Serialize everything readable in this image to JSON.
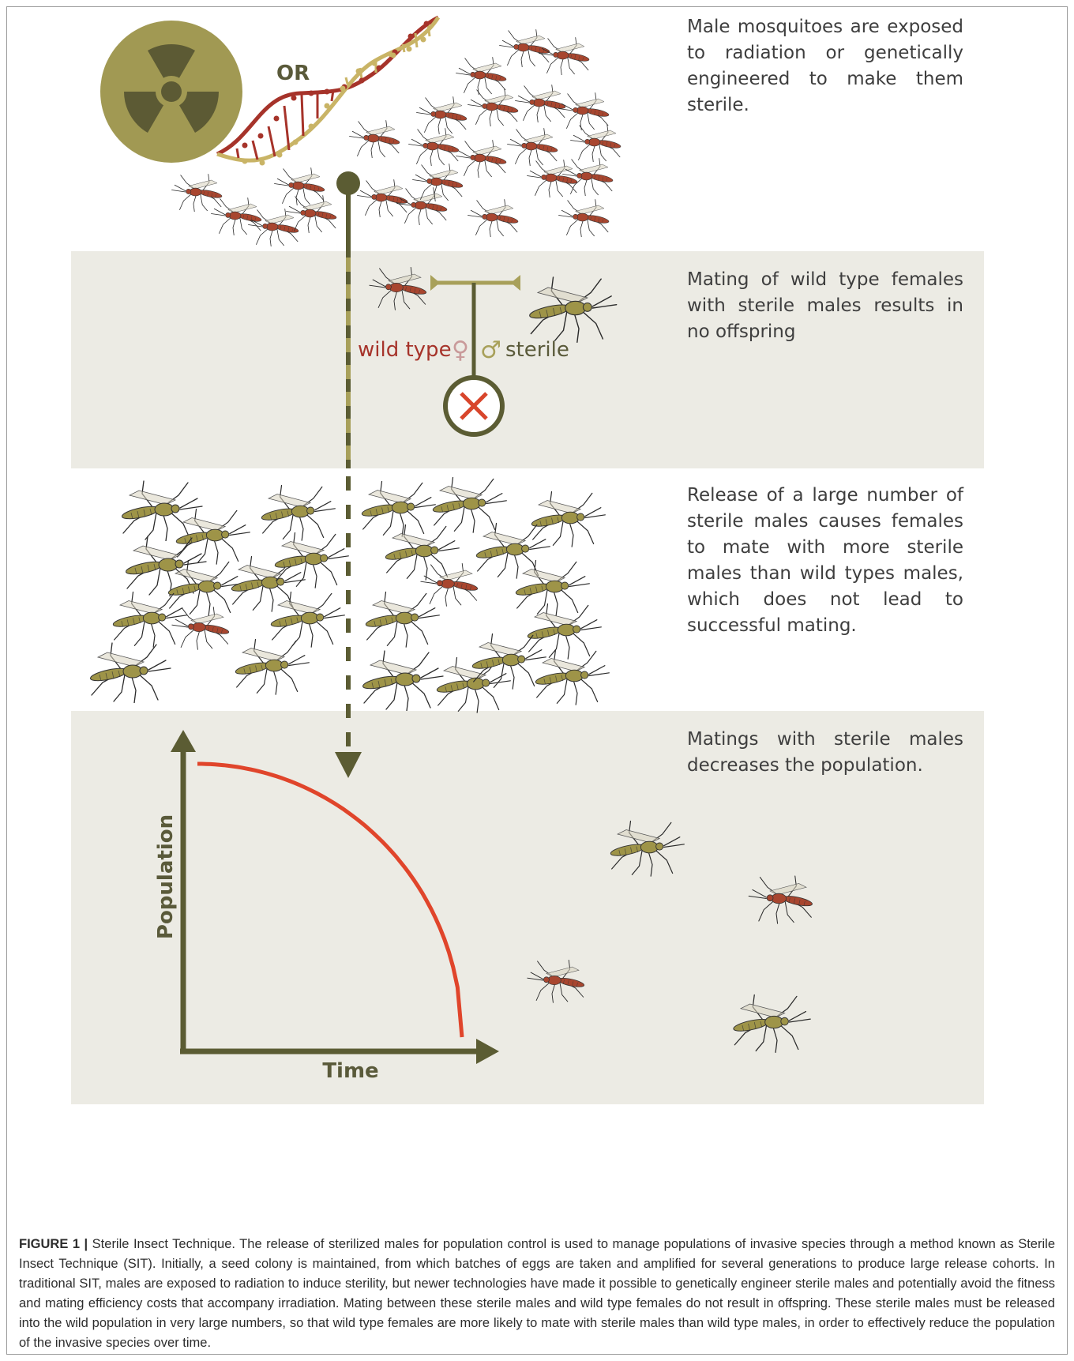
{
  "panels": {
    "p1": "Male mosquitoes are exposed to radiation or genetically engineered to make them sterile.",
    "p2": "Mating of wild type females with sterile males results in no offspring",
    "p3": "Release of a large number of sterile males causes females to mate with more sterile males than wild types males, which does not lead to successful mating.",
    "p4": "Matings with sterile males decreases the population."
  },
  "labels": {
    "or": "OR",
    "wild_type": "wild type",
    "female_symbol": "♀",
    "male_symbol": "♂",
    "sterile": "sterile"
  },
  "chart_data": {
    "type": "line",
    "xlabel": "Time",
    "ylabel": "Population",
    "series": [
      {
        "values": [
          [
            0,
            1.0
          ],
          [
            0.25,
            0.95
          ],
          [
            0.5,
            0.8
          ],
          [
            0.75,
            0.55
          ],
          [
            0.9,
            0.32
          ],
          [
            1.0,
            0.0
          ]
        ]
      }
    ]
  },
  "caption": {
    "label": "FIGURE 1",
    "separator": "|",
    "text": "Sterile Insect Technique. The release of sterilized males for population control is used to manage populations of invasive species through a method known as Sterile Insect Technique (SIT). Initially, a seed colony is maintained, from which batches of eggs are taken and amplified for several generations to produce large release cohorts. In traditional SIT, males are exposed to radiation to induce sterility, but newer technologies have made it possible to genetically engineer sterile males and potentially avoid the fitness and mating efficiency costs that accompany irradiation. Mating between these sterile males and wild type females do not result in offspring. These sterile males must be released into the wild population in very large numbers, so that wild type females are more likely to mate with sterile males than wild type males, in order to effectively reduce the population of the invasive species over time."
  },
  "colors": {
    "olive": "#5b5c33",
    "tan": "#a8a05a",
    "red": "#a6332a",
    "curve": "#e0452b",
    "band": "#ecebe4",
    "sterile_mosquito": "#9e9448",
    "wild_mosquito": "#a8462f"
  }
}
